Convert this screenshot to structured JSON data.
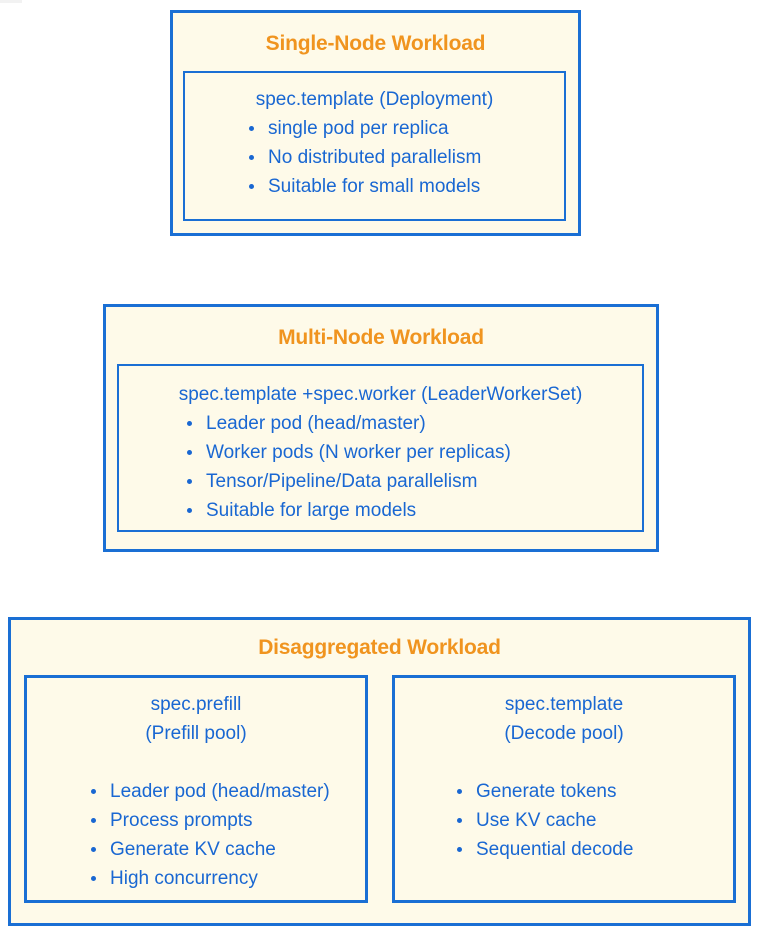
{
  "colors": {
    "border_blue": "#1A6FD4",
    "text_blue": "#1967D2",
    "title_orange": "#F0941F",
    "box_fill": "#FEFAE9",
    "page_bg": "#FFFFFF"
  },
  "boxes": [
    {
      "title": "Single-Node Workload",
      "panels": [
        {
          "heading": "spec.template (Deployment)",
          "bullets": [
            "single pod per replica",
            "No distributed parallelism",
            "Suitable for small models"
          ]
        }
      ]
    },
    {
      "title": "Multi-Node Workload",
      "panels": [
        {
          "heading": "spec.template +spec.worker (LeaderWorkerSet)",
          "bullets": [
            "Leader pod (head/master)",
            "Worker pods (N worker per replicas)",
            "Tensor/Pipeline/Data parallelism",
            "Suitable for large models"
          ]
        }
      ]
    },
    {
      "title": "Disaggregated Workload",
      "panels": [
        {
          "heading": "spec.prefill",
          "subheading": "(Prefill pool)",
          "bullets": [
            "Leader pod (head/master)",
            "Process prompts",
            "Generate KV cache",
            "High concurrency"
          ]
        },
        {
          "heading": "spec.template",
          "subheading": "(Decode pool)",
          "bullets": [
            "Generate tokens",
            "Use KV cache",
            "Sequential decode"
          ]
        }
      ]
    }
  ]
}
